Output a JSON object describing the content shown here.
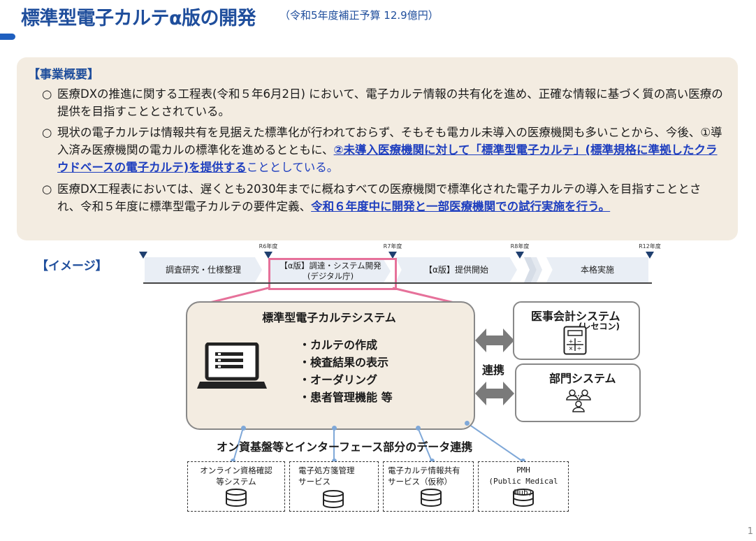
{
  "title": "標準型電子カルテα版の開発",
  "subtitle": "（令和5年度補正予算 12.9億円）",
  "overview": {
    "heading": "【事業概要】",
    "bullet": "○",
    "p1": "医療DXの推進に関する工程表(令和５年6月2日) において、電子カルテ情報の共有化を進め、正確な情報に基づく質の高い医療の提供を目指すこととされている。",
    "p2_a": "現状の電子カルテは情報共有を見据えた標準化が行われておらず、そもそも電カル未導入の医療機関も多いことから、今後、①導入済み医療機関の電カルの標準化を進めるとともに、",
    "p2_b": "②未導入医療機関に対して「標準型電子カルテ」(標準規格に準拠したクラウドベースの電子カルテ)を提供する",
    "p2_c": "こととしている。",
    "p3_a": "医療DX工程表においては、遅くとも2030年までに概ねすべての医療機関で標準化された電子カルテの導入を目指すこととされ、令和５年度に標準型電子カルテの要件定義、",
    "p3_b": "令和６年度中に開発と一部医療機関での試行実施を行う。"
  },
  "image_heading": "【イメージ】",
  "timeline": {
    "ticks": [
      "R6年度",
      "R7年度",
      "R8年度",
      "R12年度"
    ],
    "phases": [
      "調査研究・仕様整理",
      "【α版】調達・システム開発\n(デジタル庁)",
      "【α版】提供開始",
      "本格実施"
    ]
  },
  "ehr": {
    "title": "標準型電子カルテシステム",
    "features": [
      "・カルテの作成",
      "・検査結果の表示",
      "・オーダリング",
      "・患者管理機能 等"
    ]
  },
  "side_systems": {
    "accounting_title": "医事会計システム",
    "accounting_sub": "(レセコン)",
    "department_title": "部門システム",
    "link_label": "連携"
  },
  "interface_label": "オン資基盤等とインターフェース部分のデータ連携",
  "external_systems": [
    {
      "label": "オンライン資格確認\n等システム"
    },
    {
      "label": "電子処方箋管理\nサービス"
    },
    {
      "label": "電子カルテ情報共有\nサービス（仮称）"
    },
    {
      "label": "PMH\n(Public Medical Hub)"
    }
  ],
  "page_number": "1",
  "colors": {
    "accent": "#1f4e9c",
    "link": "#1f3fbf",
    "panel": "#f3ece1",
    "highlight": "#e6719a"
  }
}
